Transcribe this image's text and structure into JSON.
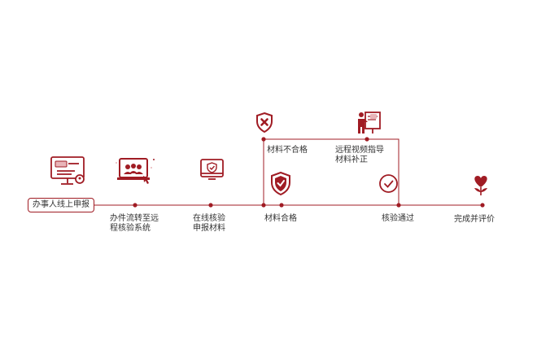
{
  "colors": {
    "accent": "#a01c24",
    "accent_light": "#e8b4b8",
    "text": "#333333"
  },
  "flow": {
    "start": {
      "label": "办事人线上申报",
      "icon": "computer-form-user-icon"
    },
    "steps": [
      {
        "id": "transfer",
        "line1": "办件流转至远",
        "line2": "程核验系统",
        "icon": "monitor-group-icon"
      },
      {
        "id": "online-check",
        "line1": "在线核验",
        "line2": "申报材料",
        "icon": "monitor-shield-icon"
      },
      {
        "id": "qualified",
        "line1": "材料合格",
        "line2": "",
        "icon": "shield-check-icon"
      },
      {
        "id": "passed",
        "line1": "核验通过",
        "line2": "",
        "icon": "circle-check-icon"
      },
      {
        "id": "complete",
        "line1": "完成并评价",
        "line2": "",
        "icon": "heart-flower-icon"
      }
    ],
    "branch": {
      "unqualified": {
        "label": "材料不合格",
        "icon": "shield-x-icon"
      },
      "guidance": {
        "line1": "远程视频指导",
        "line2": "材料补正",
        "icon": "presenter-board-icon"
      }
    }
  }
}
